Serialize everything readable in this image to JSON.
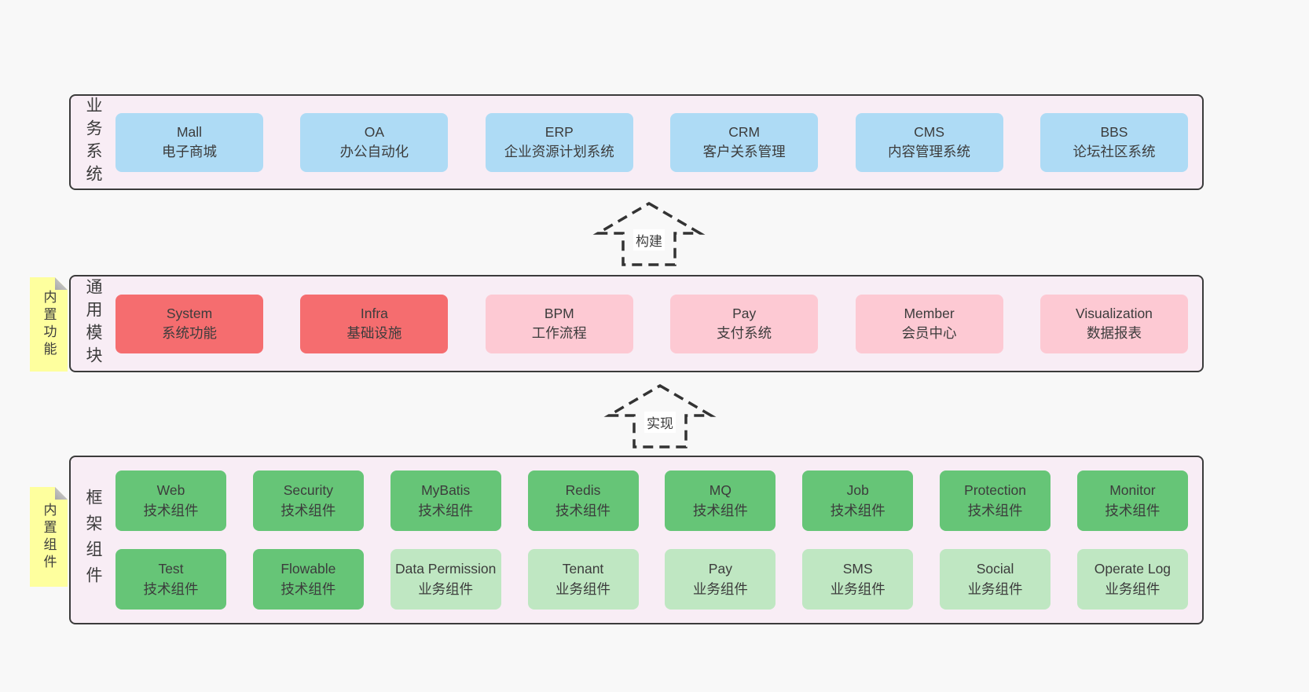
{
  "palette": {
    "page_bg": "#f8f8f8",
    "band_bg": "#f8edf5",
    "band_border": "#3b3b3b",
    "blue": "#aedbf5",
    "red": "#f56d6f",
    "pink": "#fdc9d3",
    "green": "#66c577",
    "green_light": "#bfe7c2",
    "sticky": "#feff9e",
    "sticky_fold": "#c0c0c0",
    "text": "#3c3c3c",
    "arrow": "#333333"
  },
  "arrows": [
    {
      "label": "构建"
    },
    {
      "label": "实现"
    }
  ],
  "bands": [
    {
      "name": "business-systems",
      "label": "业务系统",
      "sticky": null,
      "rows": [
        [
          {
            "title": "Mall",
            "subtitle": "电子商城",
            "variant": "blue"
          },
          {
            "title": "OA",
            "subtitle": "办公自动化",
            "variant": "blue"
          },
          {
            "title": "ERP",
            "subtitle": "企业资源计划系统",
            "variant": "blue"
          },
          {
            "title": "CRM",
            "subtitle": "客户关系管理",
            "variant": "blue"
          },
          {
            "title": "CMS",
            "subtitle": "内容管理系统",
            "variant": "blue"
          },
          {
            "title": "BBS",
            "subtitle": "论坛社区系统",
            "variant": "blue"
          }
        ]
      ]
    },
    {
      "name": "common-modules",
      "label": "通用模块",
      "sticky": "内置功能",
      "rows": [
        [
          {
            "title": "System",
            "subtitle": "系统功能",
            "variant": "red"
          },
          {
            "title": "Infra",
            "subtitle": "基础设施",
            "variant": "red"
          },
          {
            "title": "BPM",
            "subtitle": "工作流程",
            "variant": "pink"
          },
          {
            "title": "Pay",
            "subtitle": "支付系统",
            "variant": "pink"
          },
          {
            "title": "Member",
            "subtitle": "会员中心",
            "variant": "pink"
          },
          {
            "title": "Visualization",
            "subtitle": "数据报表",
            "variant": "pink"
          }
        ]
      ]
    },
    {
      "name": "framework-components",
      "label": "框架组件",
      "sticky": "内置组件",
      "rows": [
        [
          {
            "title": "Web",
            "subtitle": "技术组件",
            "variant": "green"
          },
          {
            "title": "Security",
            "subtitle": "技术组件",
            "variant": "green"
          },
          {
            "title": "MyBatis",
            "subtitle": "技术组件",
            "variant": "green"
          },
          {
            "title": "Redis",
            "subtitle": "技术组件",
            "variant": "green"
          },
          {
            "title": "MQ",
            "subtitle": "技术组件",
            "variant": "green"
          },
          {
            "title": "Job",
            "subtitle": "技术组件",
            "variant": "green"
          },
          {
            "title": "Protection",
            "subtitle": "技术组件",
            "variant": "green"
          },
          {
            "title": "Monitor",
            "subtitle": "技术组件",
            "variant": "green"
          }
        ],
        [
          {
            "title": "Test",
            "subtitle": "技术组件",
            "variant": "green"
          },
          {
            "title": "Flowable",
            "subtitle": "技术组件",
            "variant": "green"
          },
          {
            "title": "Data Permission",
            "subtitle": "业务组件",
            "variant": "green_light"
          },
          {
            "title": "Tenant",
            "subtitle": "业务组件",
            "variant": "green_light"
          },
          {
            "title": "Pay",
            "subtitle": "业务组件",
            "variant": "green_light"
          },
          {
            "title": "SMS",
            "subtitle": "业务组件",
            "variant": "green_light"
          },
          {
            "title": "Social",
            "subtitle": "业务组件",
            "variant": "green_light"
          },
          {
            "title": "Operate Log",
            "subtitle": "业务组件",
            "variant": "green_light"
          }
        ]
      ]
    }
  ]
}
